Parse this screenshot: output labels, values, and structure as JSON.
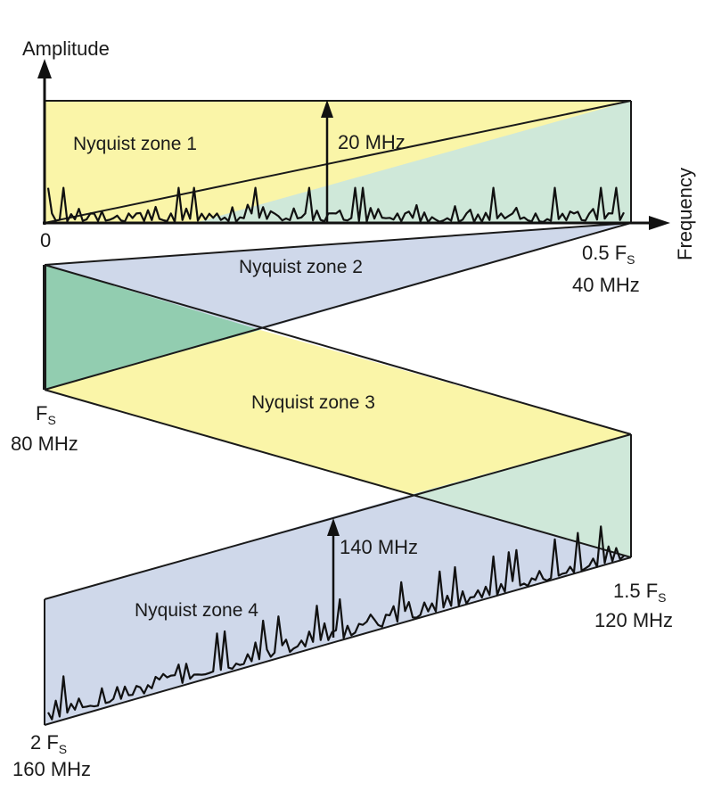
{
  "axes": {
    "y_title": "Amplitude",
    "x_title": "Frequency",
    "origin": "0"
  },
  "zones": [
    {
      "label": "Nyquist zone 1",
      "color": "#faf5a8"
    },
    {
      "label": "Nyquist zone 2",
      "color": "#cfd8ea"
    },
    {
      "label": "Nyquist zone 3",
      "color": "#faf5a8"
    },
    {
      "label": "Nyquist zone 4",
      "color": "#cfd8ea"
    }
  ],
  "overlap_colors": {
    "light": "#cfe8d9",
    "dark": "#92cdb0"
  },
  "signals": [
    {
      "label": "20 MHz"
    },
    {
      "label": "140 MHz"
    }
  ],
  "boundaries": {
    "half_fs": {
      "name": "0.5 F",
      "sub": "S",
      "freq": "40 MHz"
    },
    "fs": {
      "name": "F",
      "sub": "S",
      "freq": "80 MHz"
    },
    "one_half_fs": {
      "name": "1.5 F",
      "sub": "S",
      "freq": "120 MHz"
    },
    "two_fs": {
      "name": "2 F",
      "sub": "S",
      "freq": "160 MHz"
    }
  }
}
